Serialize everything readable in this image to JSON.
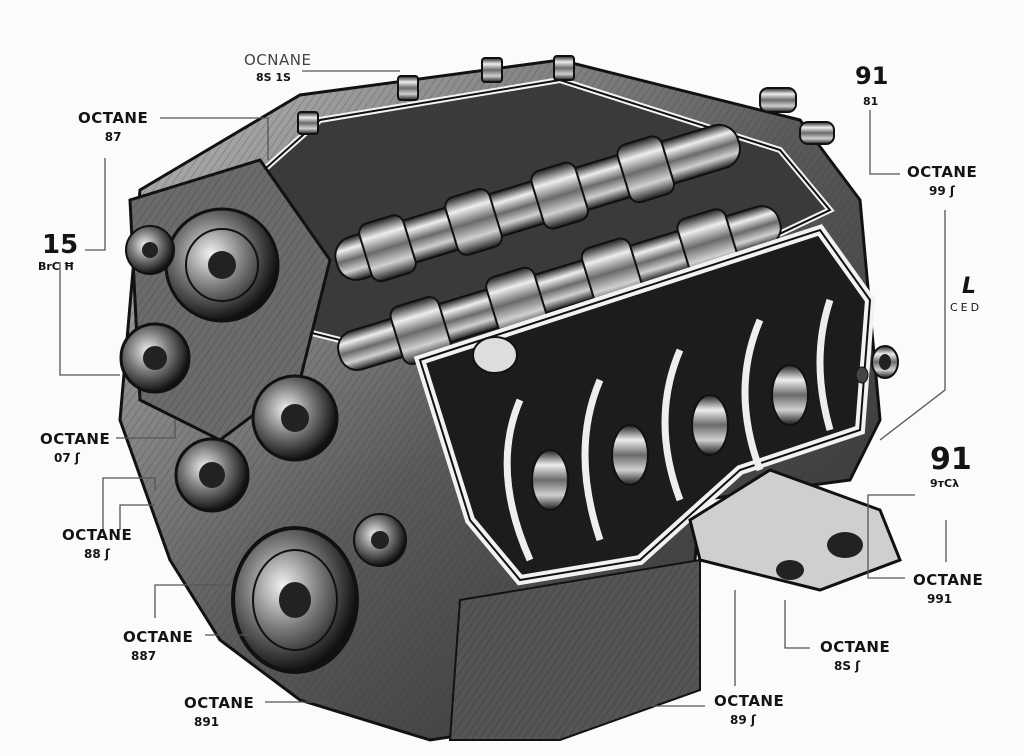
{
  "diagram": {
    "subject": "engine-cutaway-illustration",
    "style": "black-and-white pencil sketch",
    "labels": [
      {
        "id": "top-center",
        "title": "OCNANE",
        "sub": "8S 1S"
      },
      {
        "id": "left-top",
        "title": "OCTANE",
        "sub": "87"
      },
      {
        "id": "left-15",
        "title": "15",
        "sub": "BrC Ħ"
      },
      {
        "id": "left-mid",
        "title": "OCTANE",
        "sub": "07 ʃ"
      },
      {
        "id": "left-88",
        "title": "OCTANE",
        "sub": "88 ʃ"
      },
      {
        "id": "left-887",
        "title": "OCTANE",
        "sub": "887"
      },
      {
        "id": "bottom-left",
        "title": "OCTANE",
        "sub": "891"
      },
      {
        "id": "bottom-center",
        "title": "OCTANE",
        "sub": "89 ʃ"
      },
      {
        "id": "bottom-right",
        "title": "OCTANE",
        "sub": "8S ʃ"
      },
      {
        "id": "right-91-top",
        "title": "91",
        "sub": "81"
      },
      {
        "id": "right-upper",
        "title": "OCTANE",
        "sub": "99 ʃ"
      },
      {
        "id": "right-L",
        "title": "L",
        "sub": "CED"
      },
      {
        "id": "right-91-low",
        "title": "91",
        "sub": "9тCλ"
      },
      {
        "id": "right-lower",
        "title": "OCTANE",
        "sub": "991"
      }
    ],
    "colors": {
      "background": "#fbfbf9",
      "ink": "#141414",
      "metal-light": "#d9d9d9",
      "metal-dark": "#2a2a2a",
      "leader": "#555555"
    }
  }
}
